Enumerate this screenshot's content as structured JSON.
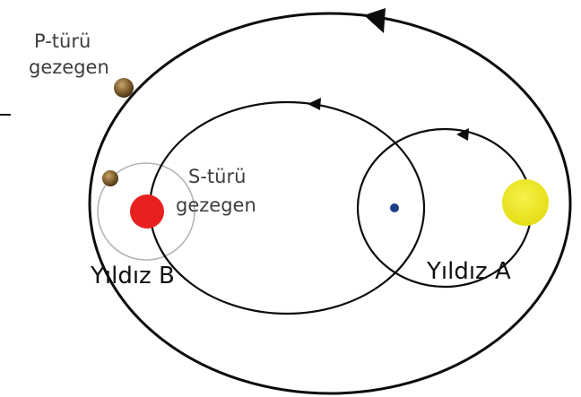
{
  "labels": {
    "p_type_line1": "P-türü",
    "p_type_line2": "gezegen",
    "s_type_line1": "S-türü",
    "s_type_line2": "gezegen",
    "star_b": "Yıldız B",
    "star_a": "Yıldız A"
  },
  "colors": {
    "orbit_line": "#0c0c0c",
    "planet_orbit": "#b4b4b4",
    "star_a": "#ede71d",
    "star_b": "#e8201f",
    "planet": "#7a5a2a",
    "barycenter": "#1e3f8a",
    "label_text": "#3d3d3d"
  },
  "icons": {
    "star_a": "yellow-star-disc",
    "star_b": "red-star-disc",
    "planet": "brown-planet-disc",
    "barycenter": "blue-center-dot",
    "direction": "arrowhead"
  }
}
